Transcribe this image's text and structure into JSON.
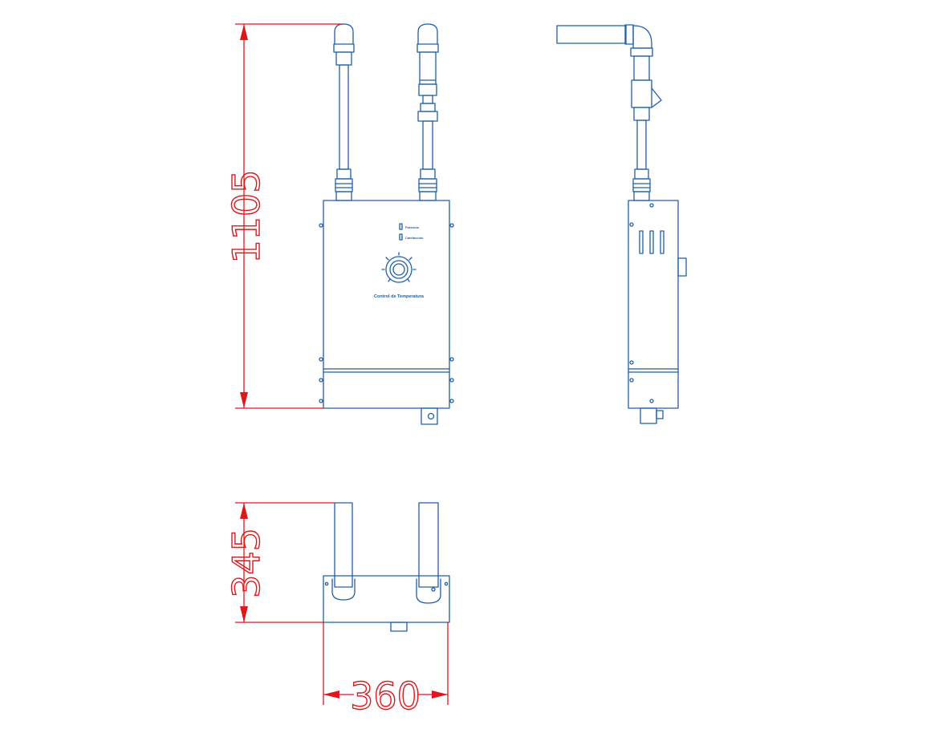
{
  "dimensions": {
    "height_front": "1105",
    "height_top": "345",
    "width_top": "360"
  },
  "panel": {
    "indicator_1": "Potencia",
    "indicator_2": "Calefaccion",
    "knob_label": "Control de Temperatura"
  },
  "colors": {
    "outline": "#1f5fa6",
    "dimension": "#e0161b"
  }
}
